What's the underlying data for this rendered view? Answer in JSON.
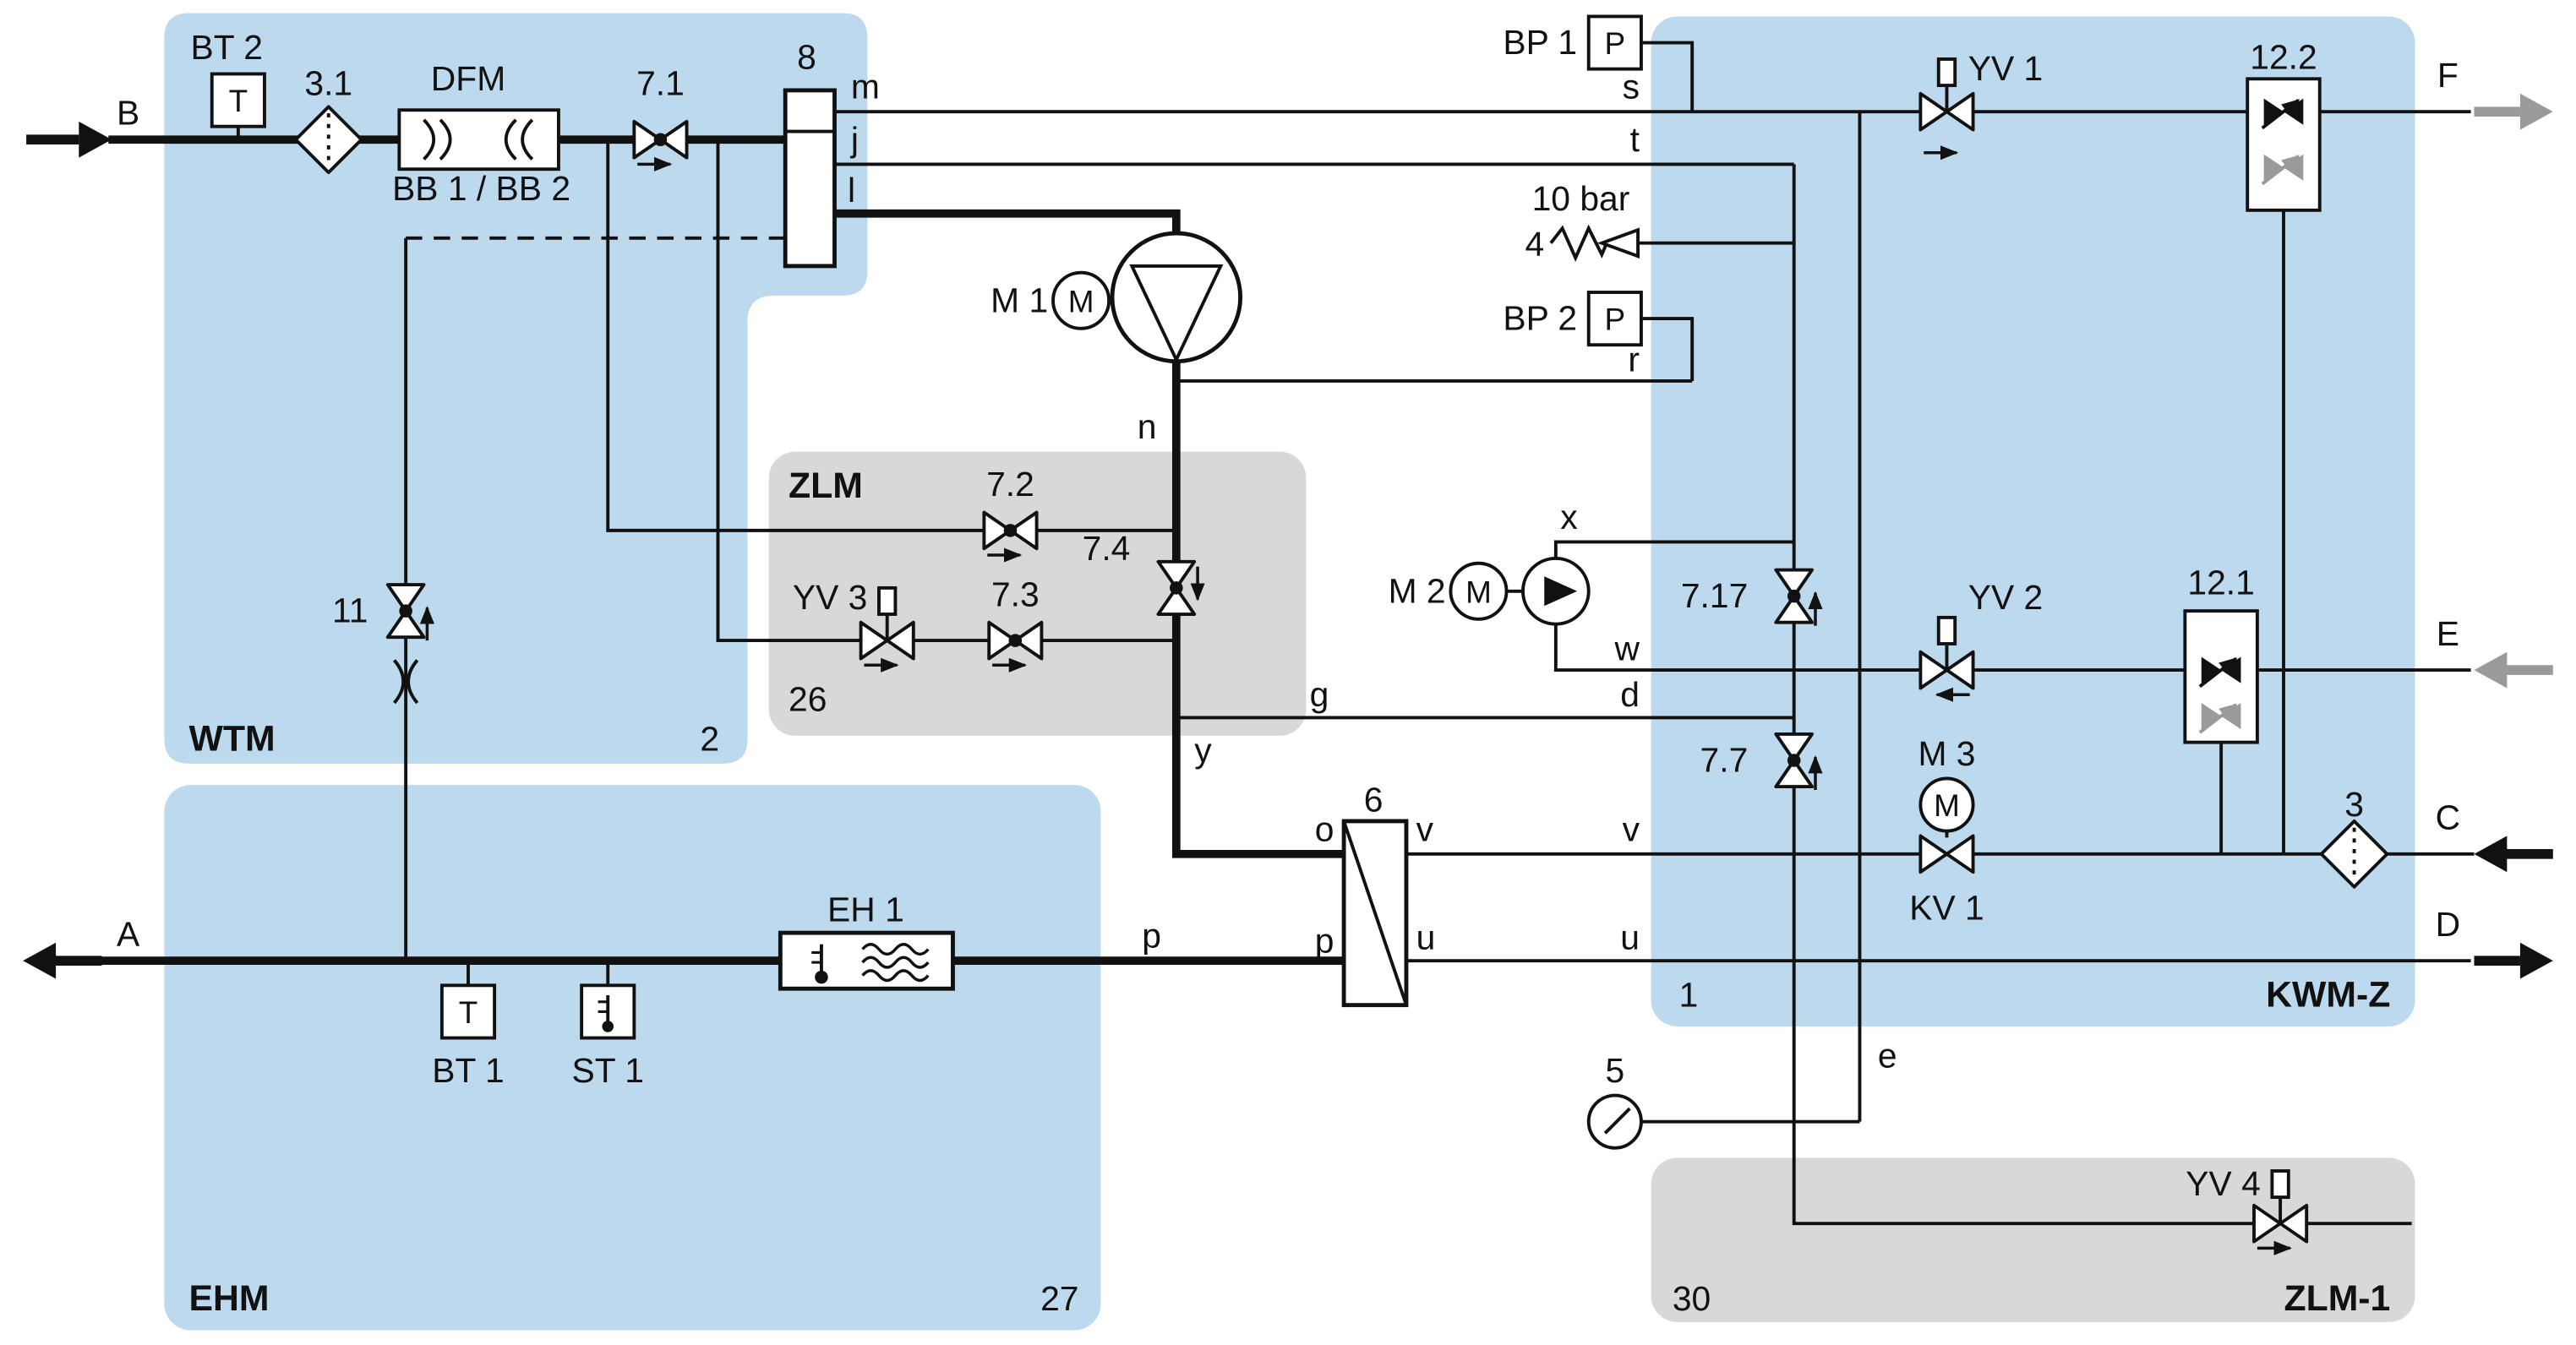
{
  "ports": {
    "A": "A",
    "B": "B",
    "C": "C",
    "D": "D",
    "E": "E",
    "F": "F"
  },
  "line_labels": {
    "m": "m",
    "j": "j",
    "l": "l",
    "n": "n",
    "s": "s",
    "t": "t",
    "r": "r",
    "x": "x",
    "w": "w",
    "g": "g",
    "d": "d",
    "y": "y",
    "e": "e",
    "o": "o",
    "p": "p",
    "u": "u",
    "v": "v"
  },
  "modules": {
    "wtm": {
      "name": "WTM",
      "number": "2"
    },
    "ehm": {
      "name": "EHM",
      "number": "27"
    },
    "kwm_z": {
      "name": "KWM-Z",
      "number": "1"
    },
    "zlm": {
      "name": "ZLM",
      "number": "26"
    },
    "zlm_1": {
      "name": "ZLM-1",
      "number": "30"
    }
  },
  "components": {
    "bt2": {
      "label": "BT 2",
      "letter": "T"
    },
    "bt1": {
      "label": "BT 1",
      "letter": "T"
    },
    "st1": {
      "label": "ST 1"
    },
    "bp1": {
      "label": "BP 1",
      "letter": "P"
    },
    "bp2": {
      "label": "BP 2",
      "letter": "P"
    },
    "filter_31": {
      "label": "3.1"
    },
    "filter_3": {
      "label": "3"
    },
    "dfm": {
      "label": "DFM",
      "sublabel": "BB 1 / BB 2"
    },
    "valve_71": {
      "label": "7.1"
    },
    "valve_72": {
      "label": "7.2"
    },
    "valve_73": {
      "label": "7.3"
    },
    "valve_74": {
      "label": "7.4"
    },
    "valve_717": {
      "label": "7.17"
    },
    "valve_77": {
      "label": "7.7"
    },
    "valve_11": {
      "label": "11"
    },
    "yv1": {
      "label": "YV 1"
    },
    "yv2": {
      "label": "YV 2"
    },
    "yv3": {
      "label": "YV 3"
    },
    "yv4": {
      "label": "YV 4"
    },
    "kv1": {
      "label": "KV 1"
    },
    "m1": {
      "label": "M 1",
      "letter": "M"
    },
    "m2": {
      "label": "M 2",
      "letter": "M"
    },
    "m3": {
      "label": "M 3",
      "letter": "M"
    },
    "vessel_8": {
      "label": "8"
    },
    "hx_6": {
      "label": "6"
    },
    "eh1": {
      "label": "EH 1"
    },
    "gauge_5": {
      "label": "5"
    },
    "relief_4": {
      "label": "4",
      "pressure": "10 bar"
    },
    "sep_121": {
      "label": "12.1"
    },
    "sep_122": {
      "label": "12.2"
    }
  }
}
